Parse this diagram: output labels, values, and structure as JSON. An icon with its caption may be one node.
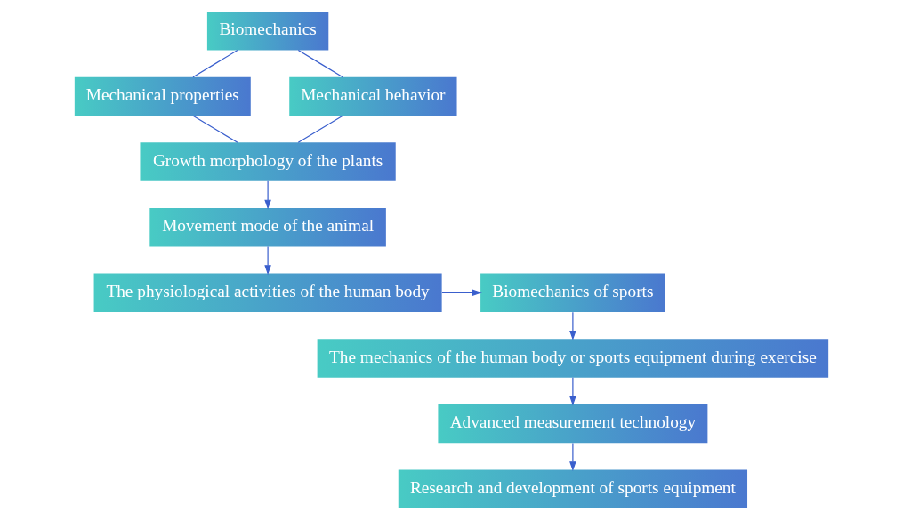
{
  "diagram": {
    "nodes": [
      {
        "text": [
          "Biomechanics"
        ]
      },
      {
        "text": [
          "Mechanical properties"
        ]
      },
      {
        "text": [
          "Mechanical behavior"
        ]
      },
      {
        "text": [
          "Growth morphology of the plants"
        ]
      },
      {
        "text": [
          "Movement mode of the animal"
        ]
      },
      {
        "text": [
          "The physiological activities of the human body"
        ]
      },
      {
        "text": [
          "Biomechanics of sports"
        ]
      },
      {
        "text": [
          "The mechanics of the human body or sports equipment during exercise"
        ]
      },
      {
        "text": [
          "Advanced measurement technology"
        ]
      },
      {
        "text": [
          "Research and development of sports equipment"
        ]
      }
    ],
    "edges": [
      {
        "from": 0,
        "to": 1,
        "arrow": "none"
      },
      {
        "from": 0,
        "to": 2,
        "arrow": "none"
      },
      {
        "from": 1,
        "to": 3,
        "arrow": "none"
      },
      {
        "from": 2,
        "to": 3,
        "arrow": "none"
      },
      {
        "from": 3,
        "to": 4,
        "arrow": "to"
      },
      {
        "from": 4,
        "to": 5,
        "arrow": "to"
      },
      {
        "from": 5,
        "to": 6,
        "arrow": "to"
      },
      {
        "from": 6,
        "to": 7,
        "arrow": "to"
      },
      {
        "from": 7,
        "to": 8,
        "arrow": "to"
      },
      {
        "from": 8,
        "to": 9,
        "arrow": "to"
      }
    ]
  }
}
